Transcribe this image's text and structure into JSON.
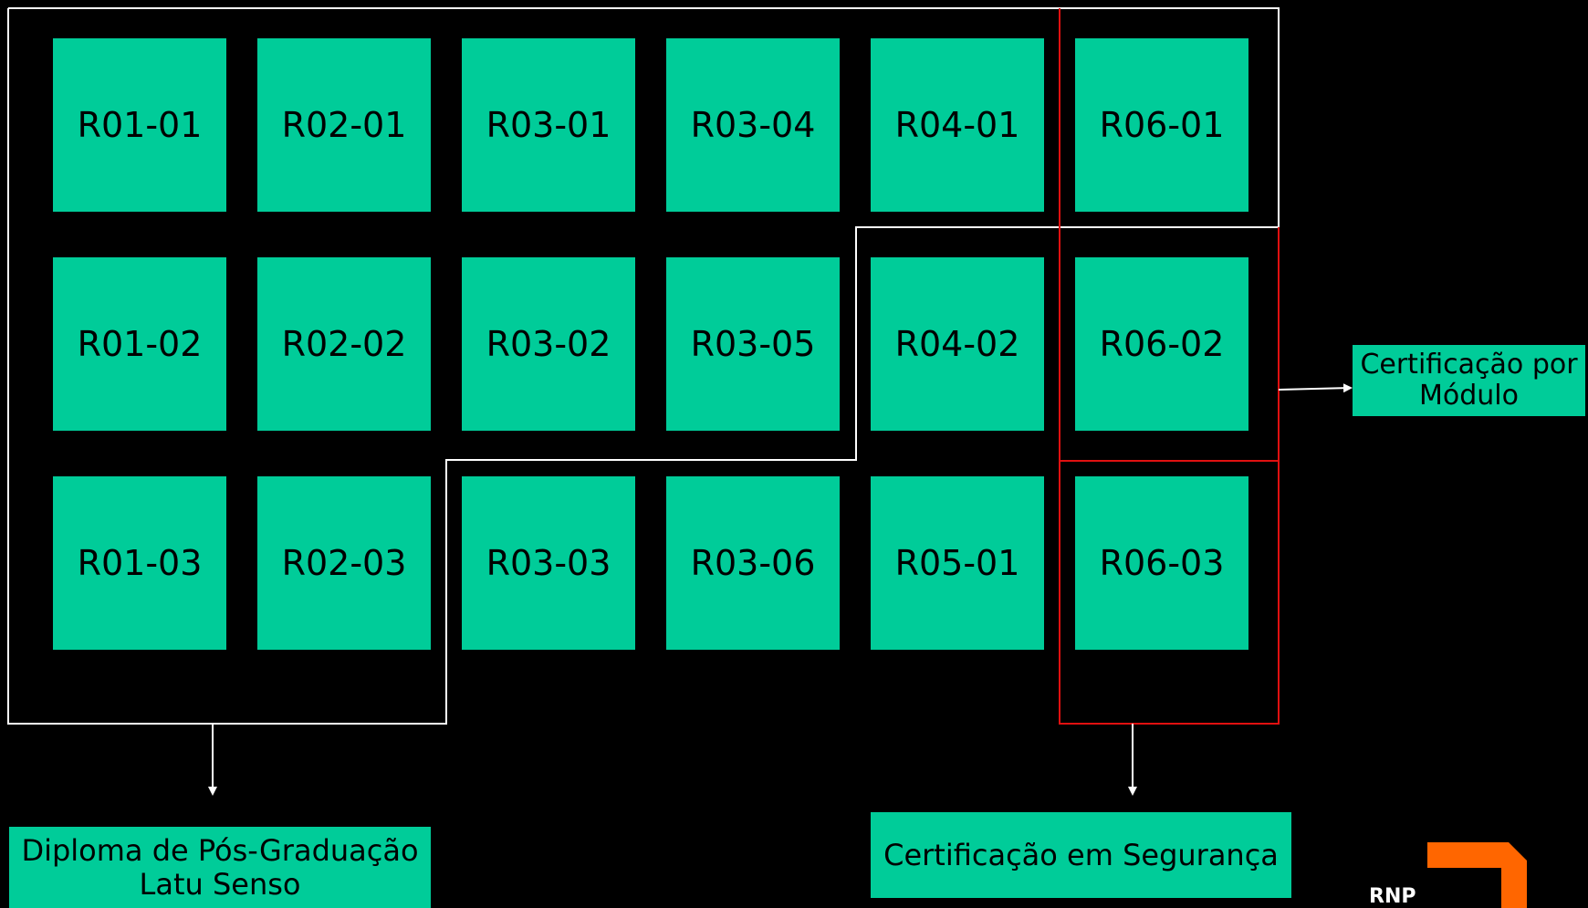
{
  "tiles": [
    [
      "R01-01",
      "R02-01",
      "R03-01",
      "R03-04",
      "R04-01",
      "R06-01"
    ],
    [
      "R01-02",
      "R02-02",
      "R03-02",
      "R03-05",
      "R04-02",
      "R06-02"
    ],
    [
      "R01-03",
      "R02-03",
      "R03-03",
      "R03-06",
      "R05-01",
      "R06-03"
    ]
  ],
  "outputs": {
    "module_cert": [
      "Certificação por",
      "Módulo"
    ],
    "diploma": [
      "Diploma de Pós-Graduação",
      "Latu Senso"
    ],
    "security_cert": "Certificação em Segurança"
  },
  "logo": {
    "text": "RNP",
    "color": "#ff6600"
  },
  "colors": {
    "tile": "#00cc99",
    "outline_white": "#ffffff",
    "outline_red": "#e01010"
  }
}
